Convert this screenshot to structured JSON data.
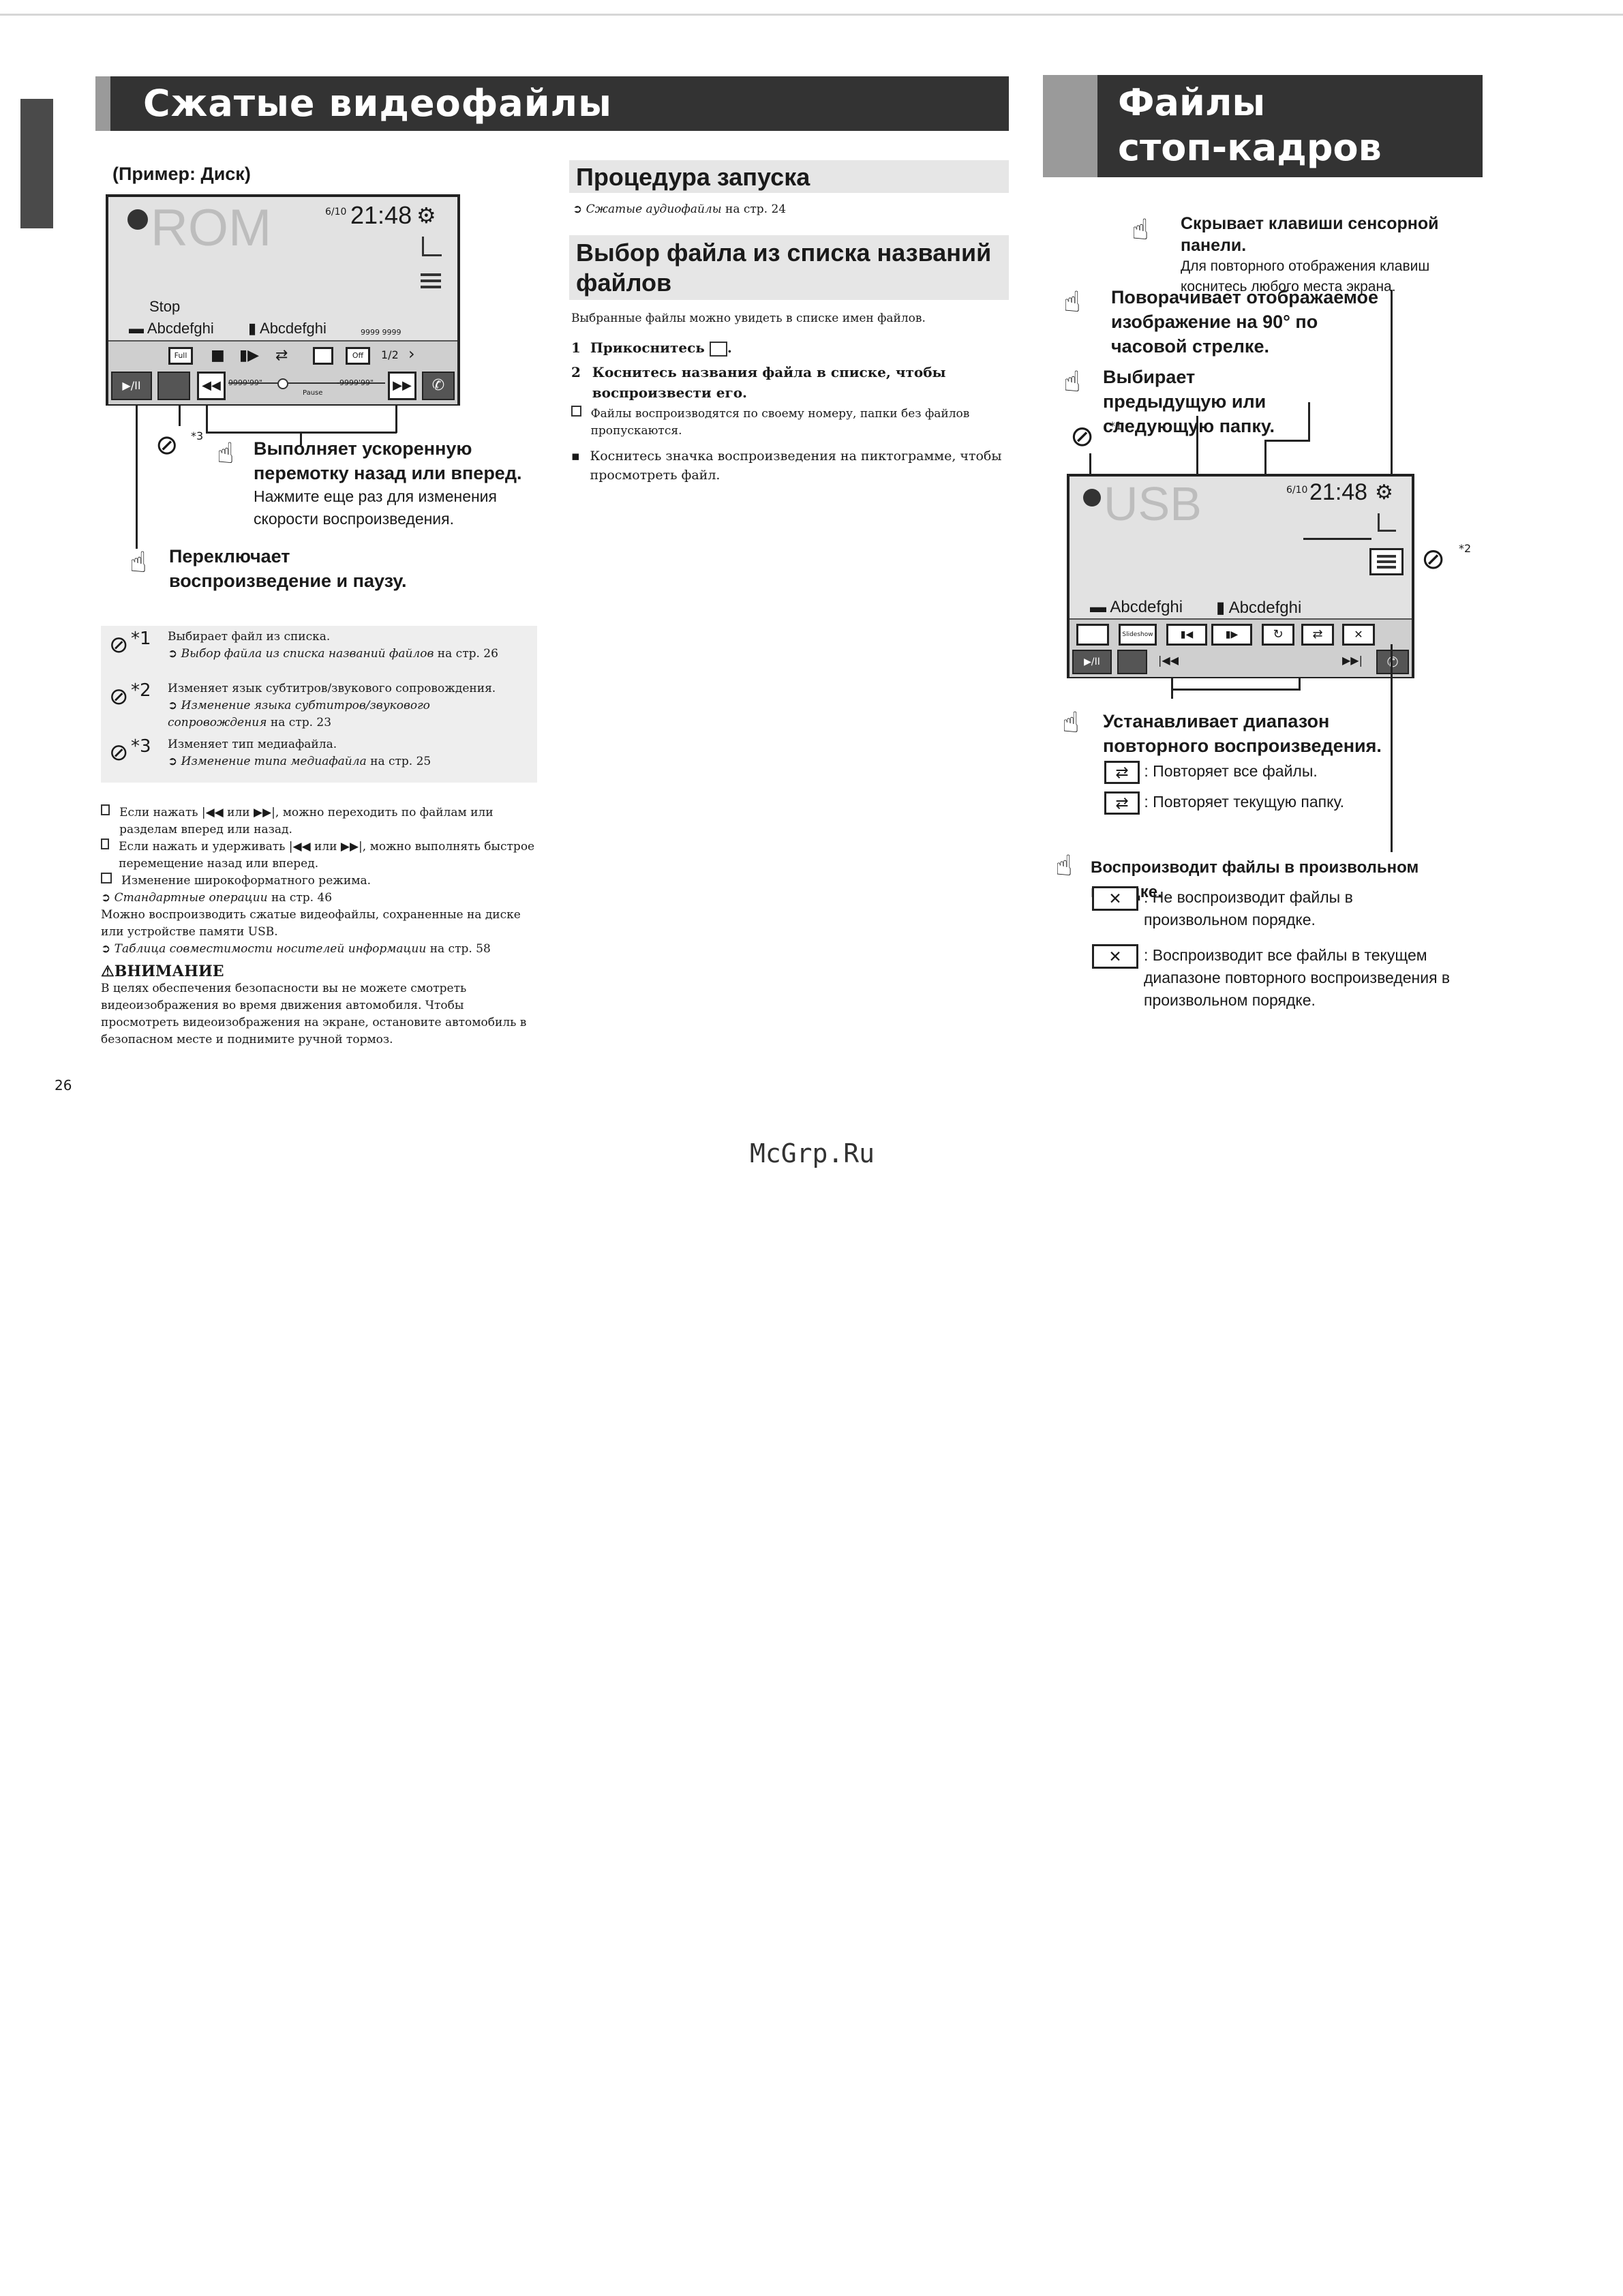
{
  "page_number": "26",
  "watermark": "McGrp.Ru",
  "left_section": {
    "title": "Сжатые видеофайлы",
    "example_label": "(Пример: Диск)",
    "screen": {
      "source": "ROM",
      "date": "6/10",
      "time": "21:48",
      "status": "Stop",
      "folder": "Abcdefghi",
      "file": "Abcdefghi",
      "counters": "9999 9999",
      "btn_full": "Full",
      "btn_off": "Off",
      "page": "1/2",
      "time_left": "9999'99\"",
      "time_right": "-9999'99\"",
      "progress_label": "Pause"
    },
    "callout_ff": {
      "title": "Выполняет ускоренную перемотку назад или вперед.",
      "text": "Нажмите еще раз для изменения скорости воспроизведения."
    },
    "callout_play": "Переключает воспроизведение и паузу.",
    "star3": "*3",
    "notes": [
      {
        "mark": "*1",
        "line1": "Выбирает файл из списка.",
        "ref": "Выбор файла из списка названий файлов",
        "ref_tail": "на стр.",
        "page": "26"
      },
      {
        "mark": "*2",
        "line1": "Изменяет язык субтитров/звукового сопровождения.",
        "ref": "Изменение языка субтитров/звукового сопровождения",
        "ref_tail": "на стр. 23",
        "page": ""
      },
      {
        "mark": "*3",
        "line1": "Изменяет тип медиафайла.",
        "ref": "Изменение типа медиафайла",
        "ref_tail": "на стр. 25",
        "page": ""
      }
    ],
    "bullets": [
      "Если нажать |◀◀ или ▶▶|, можно переходить по файлам или разделам вперед или назад.",
      "Если нажать и удерживать |◀◀ или ▶▶|, можно выполнять быстрое перемещение назад или вперед.",
      "Изменение широкоформатного режима."
    ],
    "ref_standard": "Стандартные операции",
    "ref_standard_tail": "на стр. 46",
    "usb_text": "Можно воспроизводить сжатые видеофайлы, сохраненные на диске или устройстве памяти USB.",
    "ref_compat": "Таблица совместимости носителей информации",
    "ref_compat_tail": "на стр. 58",
    "warning_title": "ВНИМАНИЕ",
    "warning_text": "В целях обеспечения безопасности вы не можете смотреть видеоизображения во время движения автомобиля. Чтобы просмотреть видеоизображения на экране, остановите автомобиль в безопасном месте и поднимите ручной тормоз."
  },
  "middle_section": {
    "start_title": "Процедура запуска",
    "start_ref": "Сжатые аудиофайлы",
    "start_ref_tail": "на стр. 24",
    "select_title": "Выбор файла из списка названий файлов",
    "select_intro": "Выбранные файлы можно увидеть в списке имен файлов.",
    "step1_num": "1",
    "step1": "Прикоснитесь",
    "step2_num": "2",
    "step2": "Коснитесь названия файла в списке, чтобы воспроизвести его.",
    "note1": "Файлы воспроизводятся по своему номеру, папки без файлов пропускаются.",
    "note2": "Коснитесь значка воспроизведения на пиктограмме, чтобы просмотреть файл."
  },
  "right_section": {
    "title_line1": "Файлы",
    "title_line2": "стоп-кадров",
    "callout_hide_title": "Скрывает клавиши сенсорной панели.",
    "callout_hide_text": "Для повторного отображения клавиш коснитесь любого места экрана.",
    "callout_rotate": "Поворачивает отображаемое изображение на 90° по часовой стрелке.",
    "callout_folder": "Выбирает предыдущую или следующую папку.",
    "star1": "*1",
    "star2": "*2",
    "screen": {
      "source": "USB",
      "date": "6/10",
      "time": "21:48",
      "folder": "Abcdefghi",
      "file": "Abcdefghi",
      "btn_slideshow": "Slideshow"
    },
    "callout_repeat": "Устанавливает диапазон повторного воспроизведения.",
    "repeat_all": ": Повторяет все файлы.",
    "repeat_folder": ": Повторяет текущую папку.",
    "callout_random": "Воспроизводит файлы в произвольном порядке.",
    "random_off": ": Не воспроизводит файлы в произвольном порядке.",
    "random_on": ": Воспроизводит все файлы в текущем диапазоне повторного воспроизведения в произвольном порядке."
  }
}
